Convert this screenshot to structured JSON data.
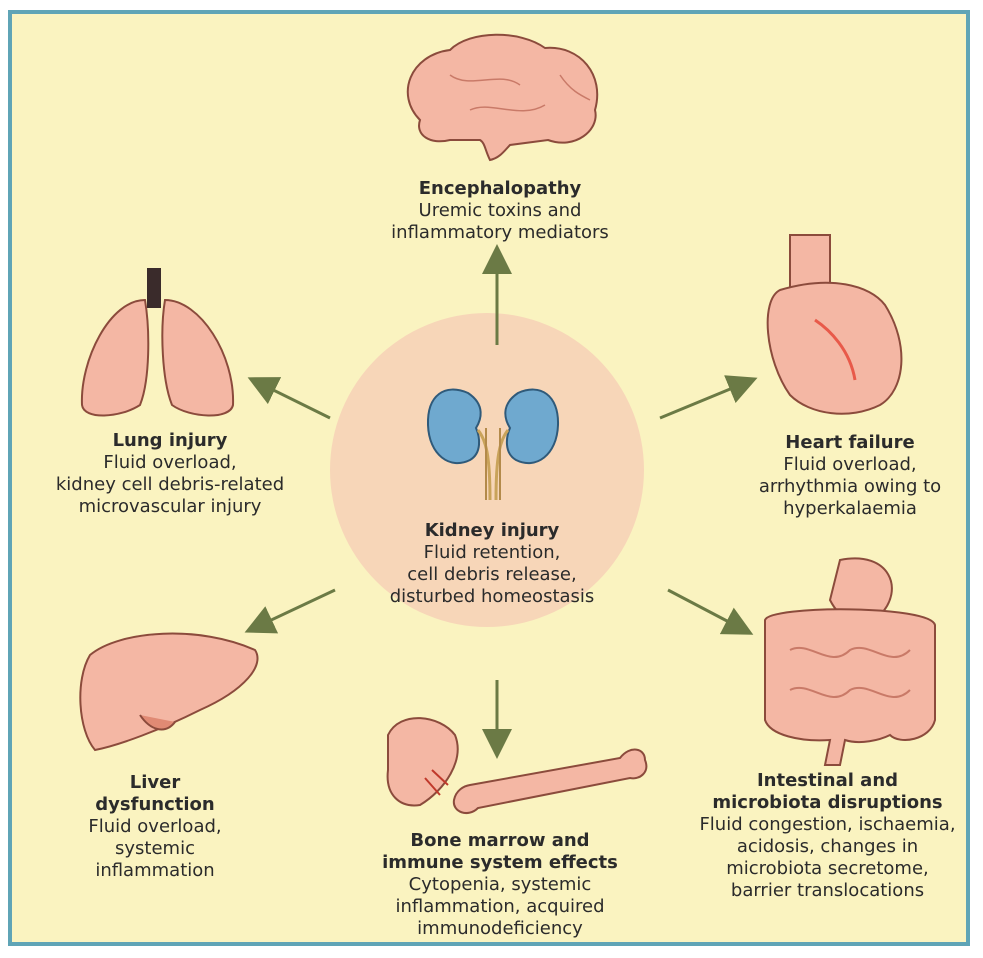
{
  "center": {
    "title": "Kidney injury",
    "desc": "Fluid retention,\ncell debris release,\ndisturbed homeostasis"
  },
  "organs": [
    {
      "id": "encephalopathy",
      "title": "Encephalopathy",
      "desc": "Uremic toxins and\ninflammatory mediators",
      "icon": "brain-icon"
    },
    {
      "id": "lung",
      "title": "Lung injury",
      "desc": "Fluid overload,\nkidney cell debris-related\nmicrovascular injury",
      "icon": "lungs-icon"
    },
    {
      "id": "heart",
      "title": "Heart failure",
      "desc": "Fluid overload,\narrhythmia owing to\nhyperkalaemia",
      "icon": "heart-icon"
    },
    {
      "id": "liver",
      "title": "Liver\ndysfunction",
      "desc": "Fluid overload,\nsystemic inflammation",
      "icon": "liver-icon"
    },
    {
      "id": "bone",
      "title": "Bone marrow and\nimmune system effects",
      "desc": "Cytopenia, systemic\ninflammation, acquired\nimmunodeficiency",
      "icon": "bone-icon"
    },
    {
      "id": "intestine",
      "title": "Intestinal and\nmicrobiota disruptions",
      "desc": "Fluid congestion, ischaemia,\nacidosis, changes in\nmicrobiota secretome,\nbarrier translocations",
      "icon": "intestine-icon"
    }
  ],
  "colors": {
    "background": "#faf3c0",
    "border": "#5fa4b6",
    "center_circle": "#f7d6b8",
    "arrow": "#6b7a45",
    "organ_fill": "#f4b7a4",
    "kidney_fill": "#6fa9cf"
  }
}
